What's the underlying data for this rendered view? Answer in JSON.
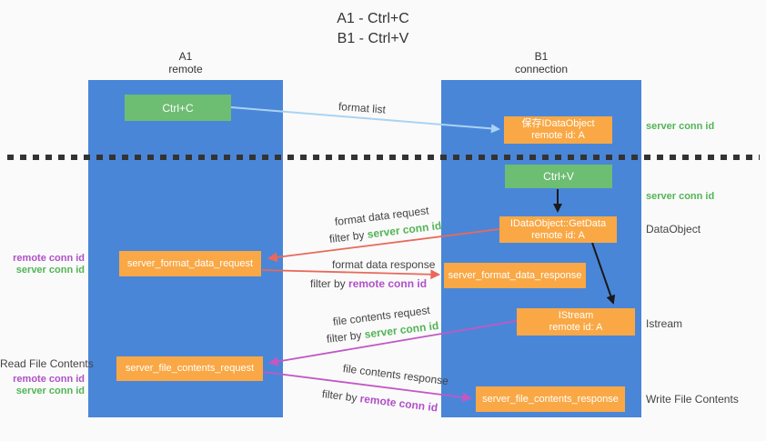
{
  "title": {
    "line1": "A1 - Ctrl+C",
    "line2": "B1 - Ctrl+V"
  },
  "columns": {
    "left": {
      "name": "A1",
      "subtitle": "remote"
    },
    "right": {
      "name": "B1",
      "subtitle": "connection"
    }
  },
  "nodes": {
    "ctrl_c": {
      "label": "Ctrl+C"
    },
    "ctrl_v": {
      "label": "Ctrl+V"
    },
    "save_dataobject": {
      "line1": "保存IDataObject",
      "line2": "remote id: A"
    },
    "getdata": {
      "line1": "IDataObject::GetData",
      "line2": "remote id: A"
    },
    "istream": {
      "line1": "IStream",
      "line2": "remote id: A"
    },
    "server_format_data_request": {
      "label": "server_format_data_request"
    },
    "server_format_data_response": {
      "label": "server_format_data_response"
    },
    "server_file_contents_request": {
      "label": "server_file_contents_request"
    },
    "server_file_contents_response": {
      "label": "server_file_contents_response"
    }
  },
  "edge_labels": {
    "format_list": "format list",
    "format_data_request": "format data request",
    "format_data_response": "format data response",
    "file_contents_request": "file contents request",
    "file_contents_response": "file contents response",
    "filter_by": "filter by",
    "server_conn_id": "server conn id",
    "remote_conn_id": "remote conn id"
  },
  "side_labels": {
    "right_server_conn_top": "server conn id",
    "right_server_conn_mid": "server conn id",
    "dataobject": "DataObject",
    "istream": "Istream",
    "write_file_contents": "Write File Contents",
    "left_remote_conn_mid": "remote conn id",
    "left_server_conn_mid": "server conn id",
    "read_file_contents": "Read File Contents",
    "left_remote_conn_bottom": "remote conn id",
    "left_server_conn_bottom": "server conn id"
  },
  "colors": {
    "column_blue": "#4a86d8",
    "node_green": "#6dbd72",
    "node_orange": "#f9a845",
    "arrow_light_blue": "#a9d3f2",
    "arrow_black": "#1a1a1a",
    "arrow_red": "#e8695a",
    "arrow_magenta": "#c158c5",
    "text_green": "#53b456",
    "text_purple": "#b050c8",
    "text_gray": "#3f3f3f"
  }
}
